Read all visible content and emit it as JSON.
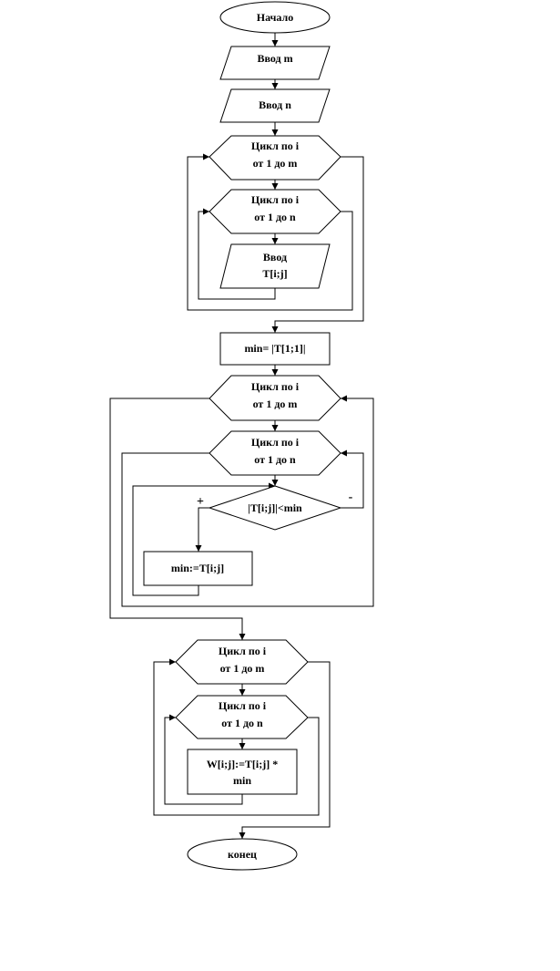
{
  "flowchart": {
    "start": "Начало",
    "input_m": "Ввод m",
    "input_n": "Ввод n",
    "loop1_i": [
      "Цикл по i",
      "от 1 до m"
    ],
    "loop1_j": [
      "Цикл по i",
      "от 1 до n"
    ],
    "input_t": [
      "Ввод",
      "T[i;j]"
    ],
    "assign_min": "min= |T[1;1]|",
    "loop2_i": [
      "Цикл по i",
      "от 1 до m"
    ],
    "loop2_j": [
      "Цикл по i",
      "от 1 до n"
    ],
    "condition": "|T[i;j]|<min",
    "yes_label": "+",
    "no_label": "-",
    "update_min": "min:=T[i;j]",
    "loop3_i": [
      "Цикл по i",
      "от 1 до m"
    ],
    "loop3_j": [
      "Цикл по i",
      "от 1 до n"
    ],
    "compute_w": [
      "W[i;j]:=T[i;j]  *",
      "min"
    ],
    "end": "конец"
  }
}
